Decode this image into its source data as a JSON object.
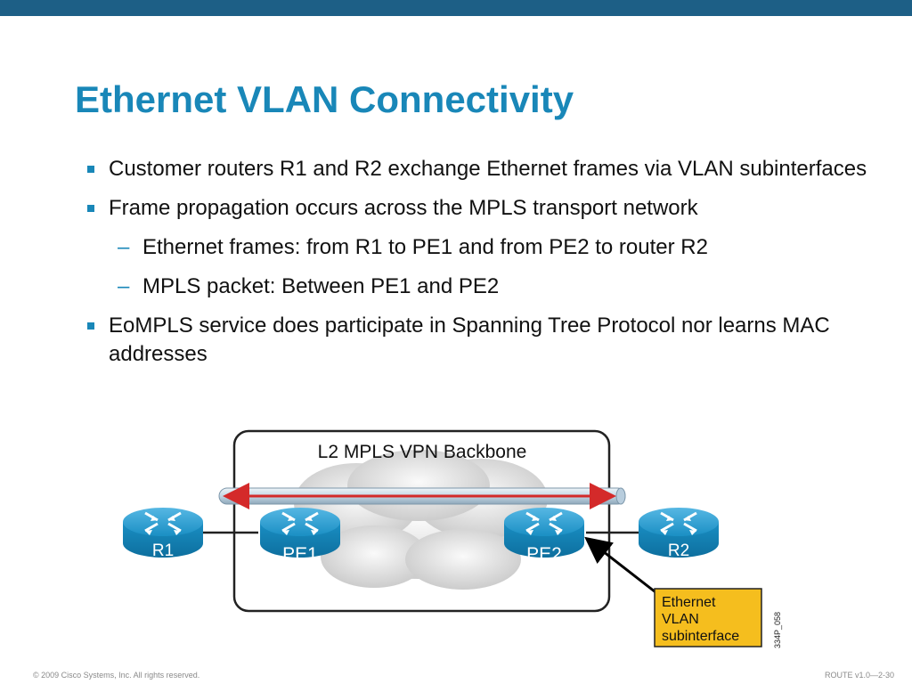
{
  "slide": {
    "title": "Ethernet VLAN Connectivity",
    "bullets": [
      "Customer routers R1 and R2 exchange Ethernet frames via VLAN subinterfaces",
      "Frame propagation occurs across the MPLS transport network",
      "EoMPLS service does participate in Spanning Tree Protocol nor learns MAC addresses"
    ],
    "sub_bullets": [
      "Ethernet frames: from R1 to PE1 and from PE2 to router R2",
      "MPLS packet: Between PE1 and PE2"
    ],
    "bullet_marker": "▪",
    "sub_marker": "–"
  },
  "diagram": {
    "backbone_label": "L2 MPLS VPN Backbone",
    "routers": {
      "r1": "R1",
      "pe1": "PE1",
      "pe2": "PE2",
      "r2": "R2"
    },
    "callout": [
      "Ethernet",
      "VLAN",
      "subinterface"
    ],
    "figure_id": "334P_058",
    "colors": {
      "router": "#1a8fc4",
      "tunnel_arrow": "#d42a2a",
      "callout_fill": "#f5be1e"
    }
  },
  "footer": {
    "copyright": "© 2009 Cisco Systems, Inc. All rights reserved.",
    "course": "ROUTE v1.0—2-30"
  }
}
